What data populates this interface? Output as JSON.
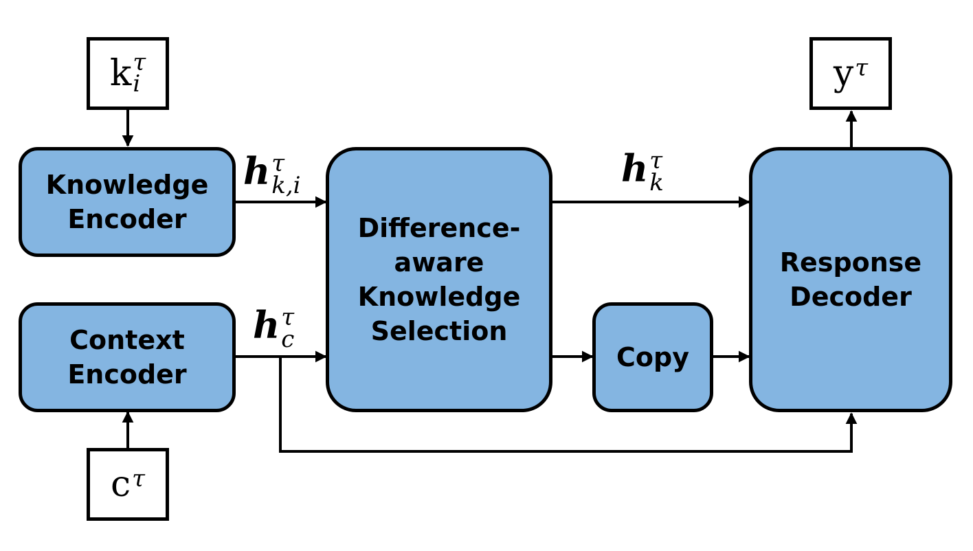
{
  "inputs": {
    "knowledge": {
      "base": "k",
      "sup": "τ",
      "sub": "i"
    },
    "context": {
      "base": "c",
      "sup": "τ"
    },
    "output": {
      "base": "y",
      "sup": "τ"
    }
  },
  "modules": {
    "knowledge_encoder": [
      "Knowledge",
      "Encoder"
    ],
    "context_encoder": [
      "Context",
      "Encoder"
    ],
    "selection": [
      "Difference-",
      "aware",
      "Knowledge",
      "Selection"
    ],
    "copy": [
      "Copy"
    ],
    "decoder": [
      "Response",
      "Decoder"
    ]
  },
  "edge_labels": {
    "h_ki": {
      "base": "h",
      "sup": "τ",
      "sub": "k,i"
    },
    "h_c": {
      "base": "h",
      "sup": "τ",
      "sub": "c"
    },
    "h_k": {
      "base": "h",
      "sup": "τ",
      "sub": "k"
    }
  },
  "colors": {
    "module_fill": "#84b5e1",
    "stroke": "#000000"
  }
}
